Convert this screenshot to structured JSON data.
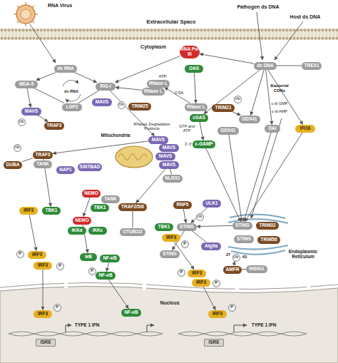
{
  "diagram": {
    "nodes": [
      {
        "text": [
          "ds RNA"
        ]
      },
      {
        "text": [
          "MDA-5"
        ]
      },
      {
        "text": [
          "LGP2"
        ]
      },
      {
        "text": [
          "RIG-I"
        ]
      },
      {
        "text": [
          "MAVS"
        ]
      },
      {
        "text": [
          "Ub"
        ]
      },
      {
        "text": [
          "TRIM25"
        ]
      },
      {
        "text": [
          "RNA Pol III"
        ]
      },
      {
        "text": [
          "OAS"
        ]
      },
      {
        "text": [
          "RNase L"
        ]
      },
      {
        "text": [
          "RNase L"
        ]
      },
      {
        "text": [
          "RNase L"
        ]
      },
      {
        "text": [
          "cGAS"
        ]
      },
      {
        "text": [
          "c-GAMP"
        ]
      },
      {
        "text": [
          "ds DNA"
        ]
      },
      {
        "text": [
          "TREX1"
        ]
      },
      {
        "text": [
          "TRIM21"
        ]
      },
      {
        "text": [
          "Ub"
        ]
      },
      {
        "text": [
          "DDX41"
        ]
      },
      {
        "text": [
          "DDX41"
        ]
      },
      {
        "text": [
          "DAI"
        ]
      },
      {
        "text": [
          "IFI16"
        ]
      },
      {
        "text": [
          "MAVS"
        ]
      },
      {
        "text": [
          "Ub"
        ]
      },
      {
        "text": [
          "TRAF3"
        ]
      },
      {
        "text": [
          "Ub"
        ]
      },
      {
        "text": [
          "TRAF3"
        ]
      },
      {
        "text": [
          "DUBA"
        ]
      },
      {
        "text": [
          "TANK"
        ]
      },
      {
        "text": [
          "NAP1"
        ]
      },
      {
        "text": [
          "SINTBAD"
        ]
      },
      {
        "text": [
          "MAVS"
        ]
      },
      {
        "text": [
          "MAVS"
        ]
      },
      {
        "text": [
          "MAVS"
        ]
      },
      {
        "text": [
          "MAVS"
        ]
      },
      {
        "text": [
          "NLRX1"
        ]
      },
      {
        "text": [
          "IRF3"
        ]
      },
      {
        "text": [
          "TBK1"
        ]
      },
      {
        "text": [
          "NEMO"
        ]
      },
      {
        "text": [
          "TANK"
        ]
      },
      {
        "text": [
          "TBK1"
        ]
      },
      {
        "text": [
          "TRAF2/5/6"
        ]
      },
      {
        "text": [
          "OTUB1/2"
        ]
      },
      {
        "text": [
          "NEMO"
        ]
      },
      {
        "text": [
          "IKKα"
        ]
      },
      {
        "text": [
          "IKKε"
        ]
      },
      {
        "text": [
          "IκB"
        ]
      },
      {
        "text": [
          "NF-κB"
        ]
      },
      {
        "text": [
          "NF-κB"
        ]
      },
      {
        "text": [
          "P"
        ]
      },
      {
        "text": [
          "P"
        ]
      },
      {
        "text": [
          "IRF3"
        ]
      },
      {
        "text": [
          "IRF3"
        ]
      },
      {
        "text": [
          "P"
        ]
      },
      {
        "text": [
          "RNF5"
        ]
      },
      {
        "text": [
          "ULK1"
        ]
      },
      {
        "text": [
          "Ub"
        ]
      },
      {
        "text": [
          "TBK1"
        ]
      },
      {
        "text": [
          "STING"
        ]
      },
      {
        "text": [
          "IRF3"
        ]
      },
      {
        "text": [
          "P"
        ]
      },
      {
        "text": [
          "STING"
        ]
      },
      {
        "text": [
          "Atg9a"
        ]
      },
      {
        "text": [
          "STING"
        ]
      },
      {
        "text": [
          "TRIM32"
        ]
      },
      {
        "text": [
          "STING"
        ]
      },
      {
        "text": [
          "TRIM56"
        ]
      },
      {
        "text": [
          "Ub"
        ]
      },
      {
        "text": [
          "AMFR"
        ]
      },
      {
        "text": [
          "INSIG1"
        ]
      },
      {
        "text": [
          "P"
        ]
      },
      {
        "text": [
          "IRF3"
        ]
      },
      {
        "text": [
          "IRF3"
        ]
      },
      {
        "text": [
          "P"
        ]
      },
      {
        "text": [
          "IRF3"
        ]
      },
      {
        "text": [
          "P"
        ]
      },
      {
        "text": [
          "NF-κB"
        ]
      },
      {
        "text": [
          "IRF3"
        ]
      },
      {
        "text": [
          "P"
        ]
      },
      {
        "text": [
          "ISRE"
        ]
      },
      {
        "text": [
          "ISRE"
        ]
      }
    ],
    "edges": [
      {
        "from": 0,
        "to": 1,
        "arrow": "to"
      },
      {
        "from": 0,
        "to": 3,
        "arrow": "to"
      },
      {
        "from": 2,
        "to": 1,
        "arrow": "none"
      },
      {
        "from": 2,
        "to": 3,
        "arrow": "none"
      },
      {
        "from": 7,
        "to": 3,
        "arrow": "to"
      },
      {
        "from": 14,
        "to": 7,
        "arrow": "to"
      },
      {
        "from": 8,
        "to": 11,
        "arrow": "to"
      },
      {
        "from": 11,
        "to": 9,
        "arrow": "to"
      },
      {
        "from": 10,
        "to": 3,
        "arrow": "to"
      },
      {
        "from": 3,
        "to": 31,
        "arrow": "to"
      },
      {
        "from": 1,
        "to": 22,
        "arrow": "to"
      },
      {
        "from": 22,
        "to": 24,
        "arrow": "to"
      },
      {
        "from": 31,
        "to": 26,
        "arrow": "to"
      },
      {
        "from": 27,
        "to": 26,
        "arrow": "none"
      },
      {
        "from": 26,
        "to": 37,
        "arrow": "to"
      },
      {
        "from": 36,
        "to": 51,
        "arrow": "to"
      },
      {
        "from": 52,
        "to": 74,
        "arrow": "to"
      },
      {
        "from": 34,
        "to": 41,
        "arrow": "to"
      },
      {
        "from": 35,
        "to": 34,
        "arrow": "none"
      },
      {
        "from": 42,
        "to": 41,
        "arrow": "none"
      },
      {
        "from": 38,
        "to": 43,
        "arrow": "to"
      },
      {
        "from": 43,
        "to": 46,
        "arrow": "to"
      },
      {
        "from": 47,
        "to": 48,
        "arrow": "to"
      },
      {
        "from": 48,
        "to": 76,
        "arrow": "to"
      },
      {
        "from": 14,
        "to": 12,
        "arrow": "to"
      },
      {
        "from": 12,
        "to": 13,
        "arrow": "to"
      },
      {
        "from": 13,
        "to": 63,
        "arrow": "to"
      },
      {
        "from": 15,
        "to": 14,
        "arrow": "none"
      },
      {
        "from": 14,
        "to": 18,
        "arrow": "to"
      },
      {
        "from": 16,
        "to": 18,
        "arrow": "to"
      },
      {
        "from": 19,
        "to": 63,
        "arrow": "to"
      },
      {
        "from": 14,
        "to": 20,
        "arrow": "to"
      },
      {
        "from": 14,
        "to": 21,
        "arrow": "to"
      },
      {
        "from": 20,
        "to": 63,
        "arrow": "to"
      },
      {
        "from": 21,
        "to": 63,
        "arrow": "to"
      },
      {
        "from": 63,
        "to": 58,
        "arrow": "to"
      },
      {
        "from": 55,
        "to": 58,
        "arrow": "to"
      },
      {
        "from": 54,
        "to": 58,
        "arrow": "to"
      },
      {
        "from": 62,
        "to": 58,
        "arrow": "none"
      },
      {
        "from": 58,
        "to": 61,
        "arrow": "to"
      },
      {
        "from": 59,
        "to": 71,
        "arrow": "to"
      },
      {
        "from": 72,
        "to": 77,
        "arrow": "to"
      },
      {
        "from": 68,
        "to": 67,
        "arrow": "to"
      },
      {
        "from": 69,
        "to": 68,
        "arrow": "none"
      }
    ],
    "labels": [
      "RNA Virus",
      "Extracellular Space",
      "Pathogen ds DNA",
      "Host ds DNA",
      "Cytoplasm",
      "ds RNA",
      "ATP",
      "2-5A",
      "RNaseL Degradation Products",
      "Mitochondria",
      "GTP and ATP",
      "2'-3'",
      "Bacterial CDNs",
      "c-di GMP",
      "c-di AMP",
      "27",
      "63",
      "Endoplasmic Reticulum",
      "Nucleus",
      "TYPE 1 IFN",
      "TYPE 1 IFN"
    ]
  }
}
